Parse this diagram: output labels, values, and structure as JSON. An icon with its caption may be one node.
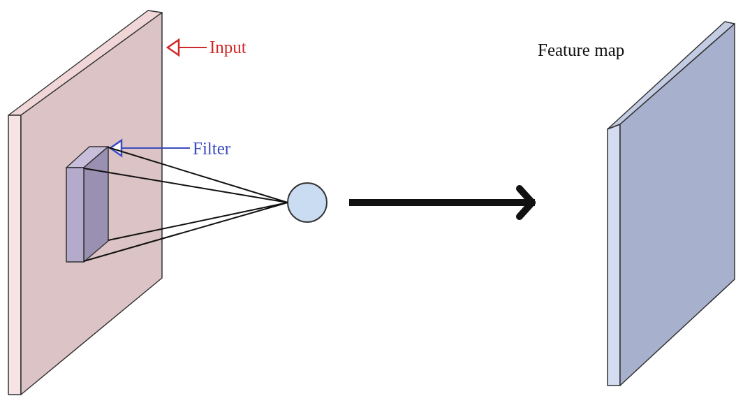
{
  "diagram": {
    "nodes": [
      {
        "text": [
          "Input"
        ]
      },
      {
        "text": [],
        "shape": "box"
      },
      {
        "text": [
          "Filter"
        ]
      },
      {
        "text": [],
        "shape": "box",
        "in": 1
      },
      {
        "text": [],
        "shape": "circle"
      },
      {
        "text": [
          "Feature map"
        ]
      }
    ],
    "edges": [
      {
        "from": 0,
        "to": 1,
        "arrow": "to",
        "color": "#d02828"
      },
      {
        "from": 2,
        "to": 3,
        "arrow": "to",
        "color": "#3c4cc0"
      },
      {
        "from": 3,
        "to": 4,
        "arrow": "none"
      },
      {
        "from": 4,
        "to": 5,
        "arrow": "to",
        "style": "thick"
      }
    ]
  }
}
